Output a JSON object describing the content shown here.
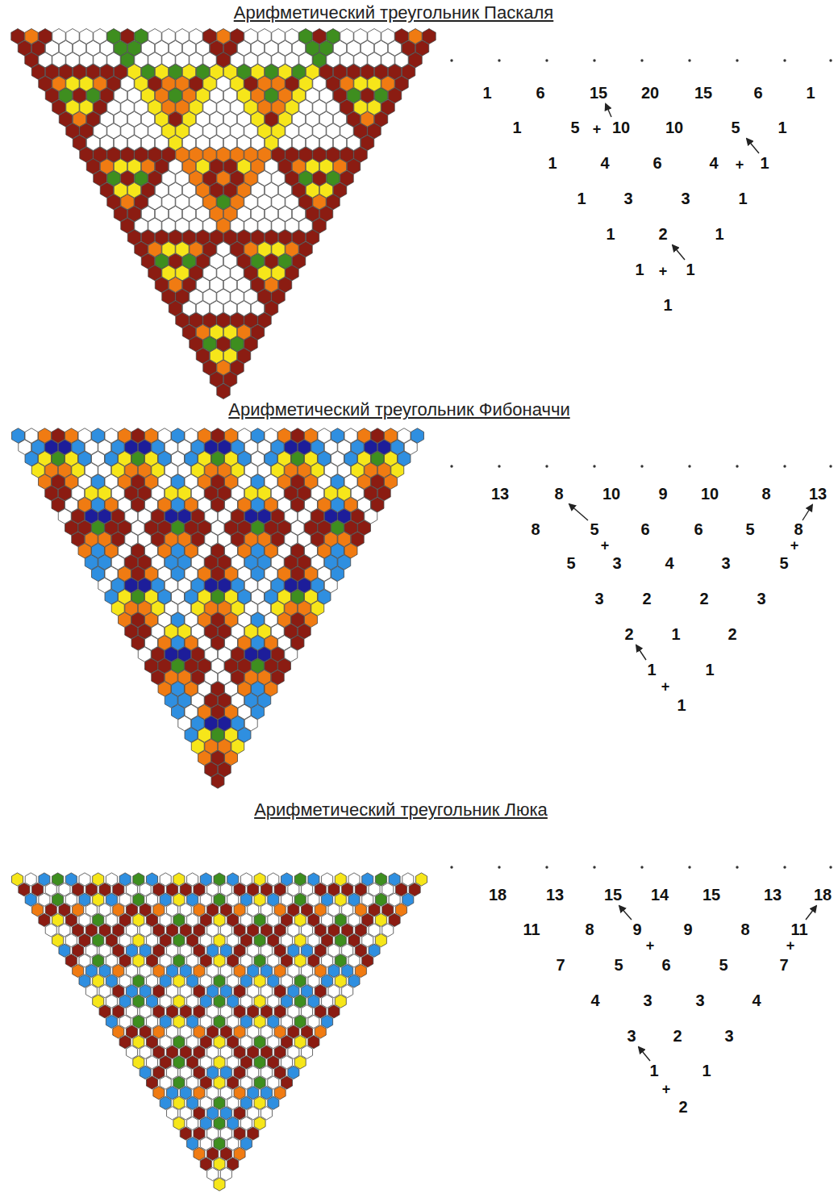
{
  "diagram": {
    "labels": [
      "Арифметический треугольник Паскаля",
      "1",
      "6",
      "15",
      "20",
      "15",
      "6",
      "1",
      "1",
      "5",
      "+",
      "10",
      "10",
      "5",
      "1",
      "1",
      "4",
      "6",
      "4",
      "+",
      "1",
      "1",
      "3",
      "3",
      "1",
      "1",
      "2",
      "1",
      "1",
      "+",
      "1",
      "1",
      "Арифметический треугольник Фибоначчи",
      "13",
      "8",
      "10",
      "9",
      "10",
      "8",
      "13",
      "8",
      "5",
      "6",
      "6",
      "5",
      "8",
      "+",
      "+",
      "5",
      "3",
      "4",
      "3",
      "5",
      "3",
      "2",
      "2",
      "3",
      "2",
      "1",
      "2",
      "1",
      "1",
      "+",
      "1",
      "Арифметический треугольник Люка",
      "18",
      "13",
      "15",
      "14",
      "15",
      "13",
      "18",
      "11",
      "8",
      "9",
      "9",
      "8",
      "11",
      "+",
      "+",
      "7",
      "5",
      "6",
      "5",
      "7",
      "4",
      "3",
      "3",
      "4",
      "3",
      "2",
      "3",
      "1",
      "1",
      "+",
      "2"
    ]
  }
}
